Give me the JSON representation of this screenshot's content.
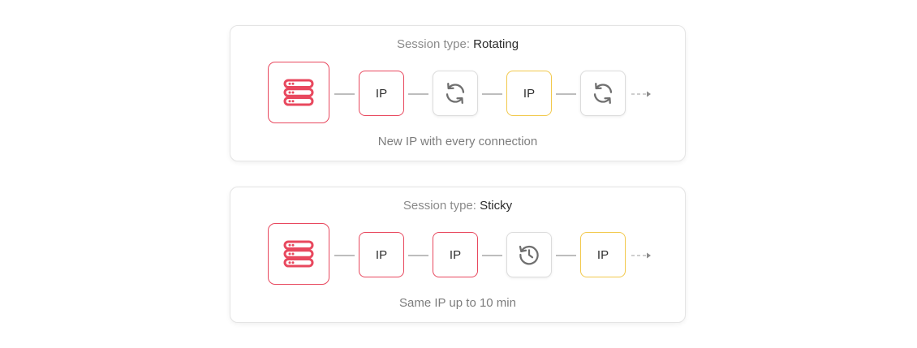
{
  "colors": {
    "red": "#e8485e",
    "yellow": "#f2c94c",
    "gray": "#dcdcdc",
    "connector": "#bdbdbd"
  },
  "rotating": {
    "title_prefix": "Session type: ",
    "title_value": "Rotating",
    "caption": "New IP with every connection",
    "nodes": [
      {
        "kind": "server",
        "icon": "server-icon"
      },
      {
        "kind": "ip",
        "label": "IP",
        "color": "red"
      },
      {
        "kind": "icon",
        "icon": "refresh-icon"
      },
      {
        "kind": "ip",
        "label": "IP",
        "color": "yellow"
      },
      {
        "kind": "icon",
        "icon": "refresh-icon"
      }
    ]
  },
  "sticky": {
    "title_prefix": "Session type: ",
    "title_value": "Sticky",
    "caption": "Same IP up to 10 min",
    "nodes": [
      {
        "kind": "server",
        "icon": "server-icon"
      },
      {
        "kind": "ip",
        "label": "IP",
        "color": "red"
      },
      {
        "kind": "ip",
        "label": "IP",
        "color": "red"
      },
      {
        "kind": "icon",
        "icon": "history-icon"
      },
      {
        "kind": "ip",
        "label": "IP",
        "color": "yellow"
      }
    ]
  }
}
